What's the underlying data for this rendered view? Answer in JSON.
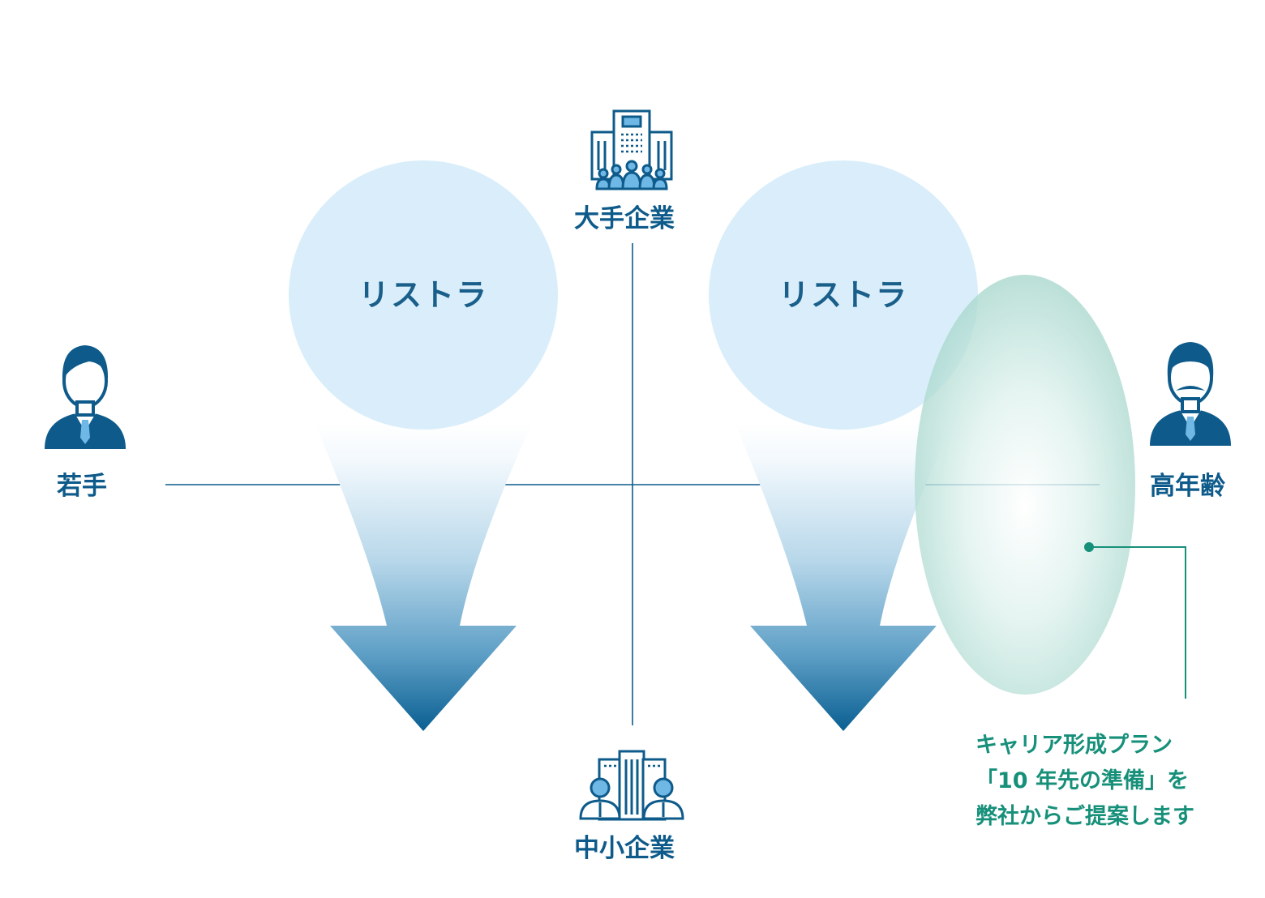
{
  "axis": {
    "top_label": "大手企業",
    "bottom_label": "中小企業",
    "left_label": "若手",
    "right_label": "高年齢"
  },
  "bubbles": [
    {
      "label": "リストラ"
    },
    {
      "label": "リストラ"
    }
  ],
  "proposal": {
    "lines": [
      "キャリア形成プラン",
      "「10 年先の準備」を",
      "弊社からご提案します"
    ]
  },
  "icons": {
    "top": "large-company-building-icon",
    "bottom": "small-company-building-icon",
    "left": "young-businessman-icon",
    "right": "senior-businessman-icon"
  },
  "colors": {
    "primary": "#0e5b8b",
    "bubble": "#d9eefa",
    "arrow_top": "#ffffff",
    "arrow_bottom": "#0a5f92",
    "proposal_ellipse": "#a9d9cf",
    "proposal_text": "#17907a"
  }
}
